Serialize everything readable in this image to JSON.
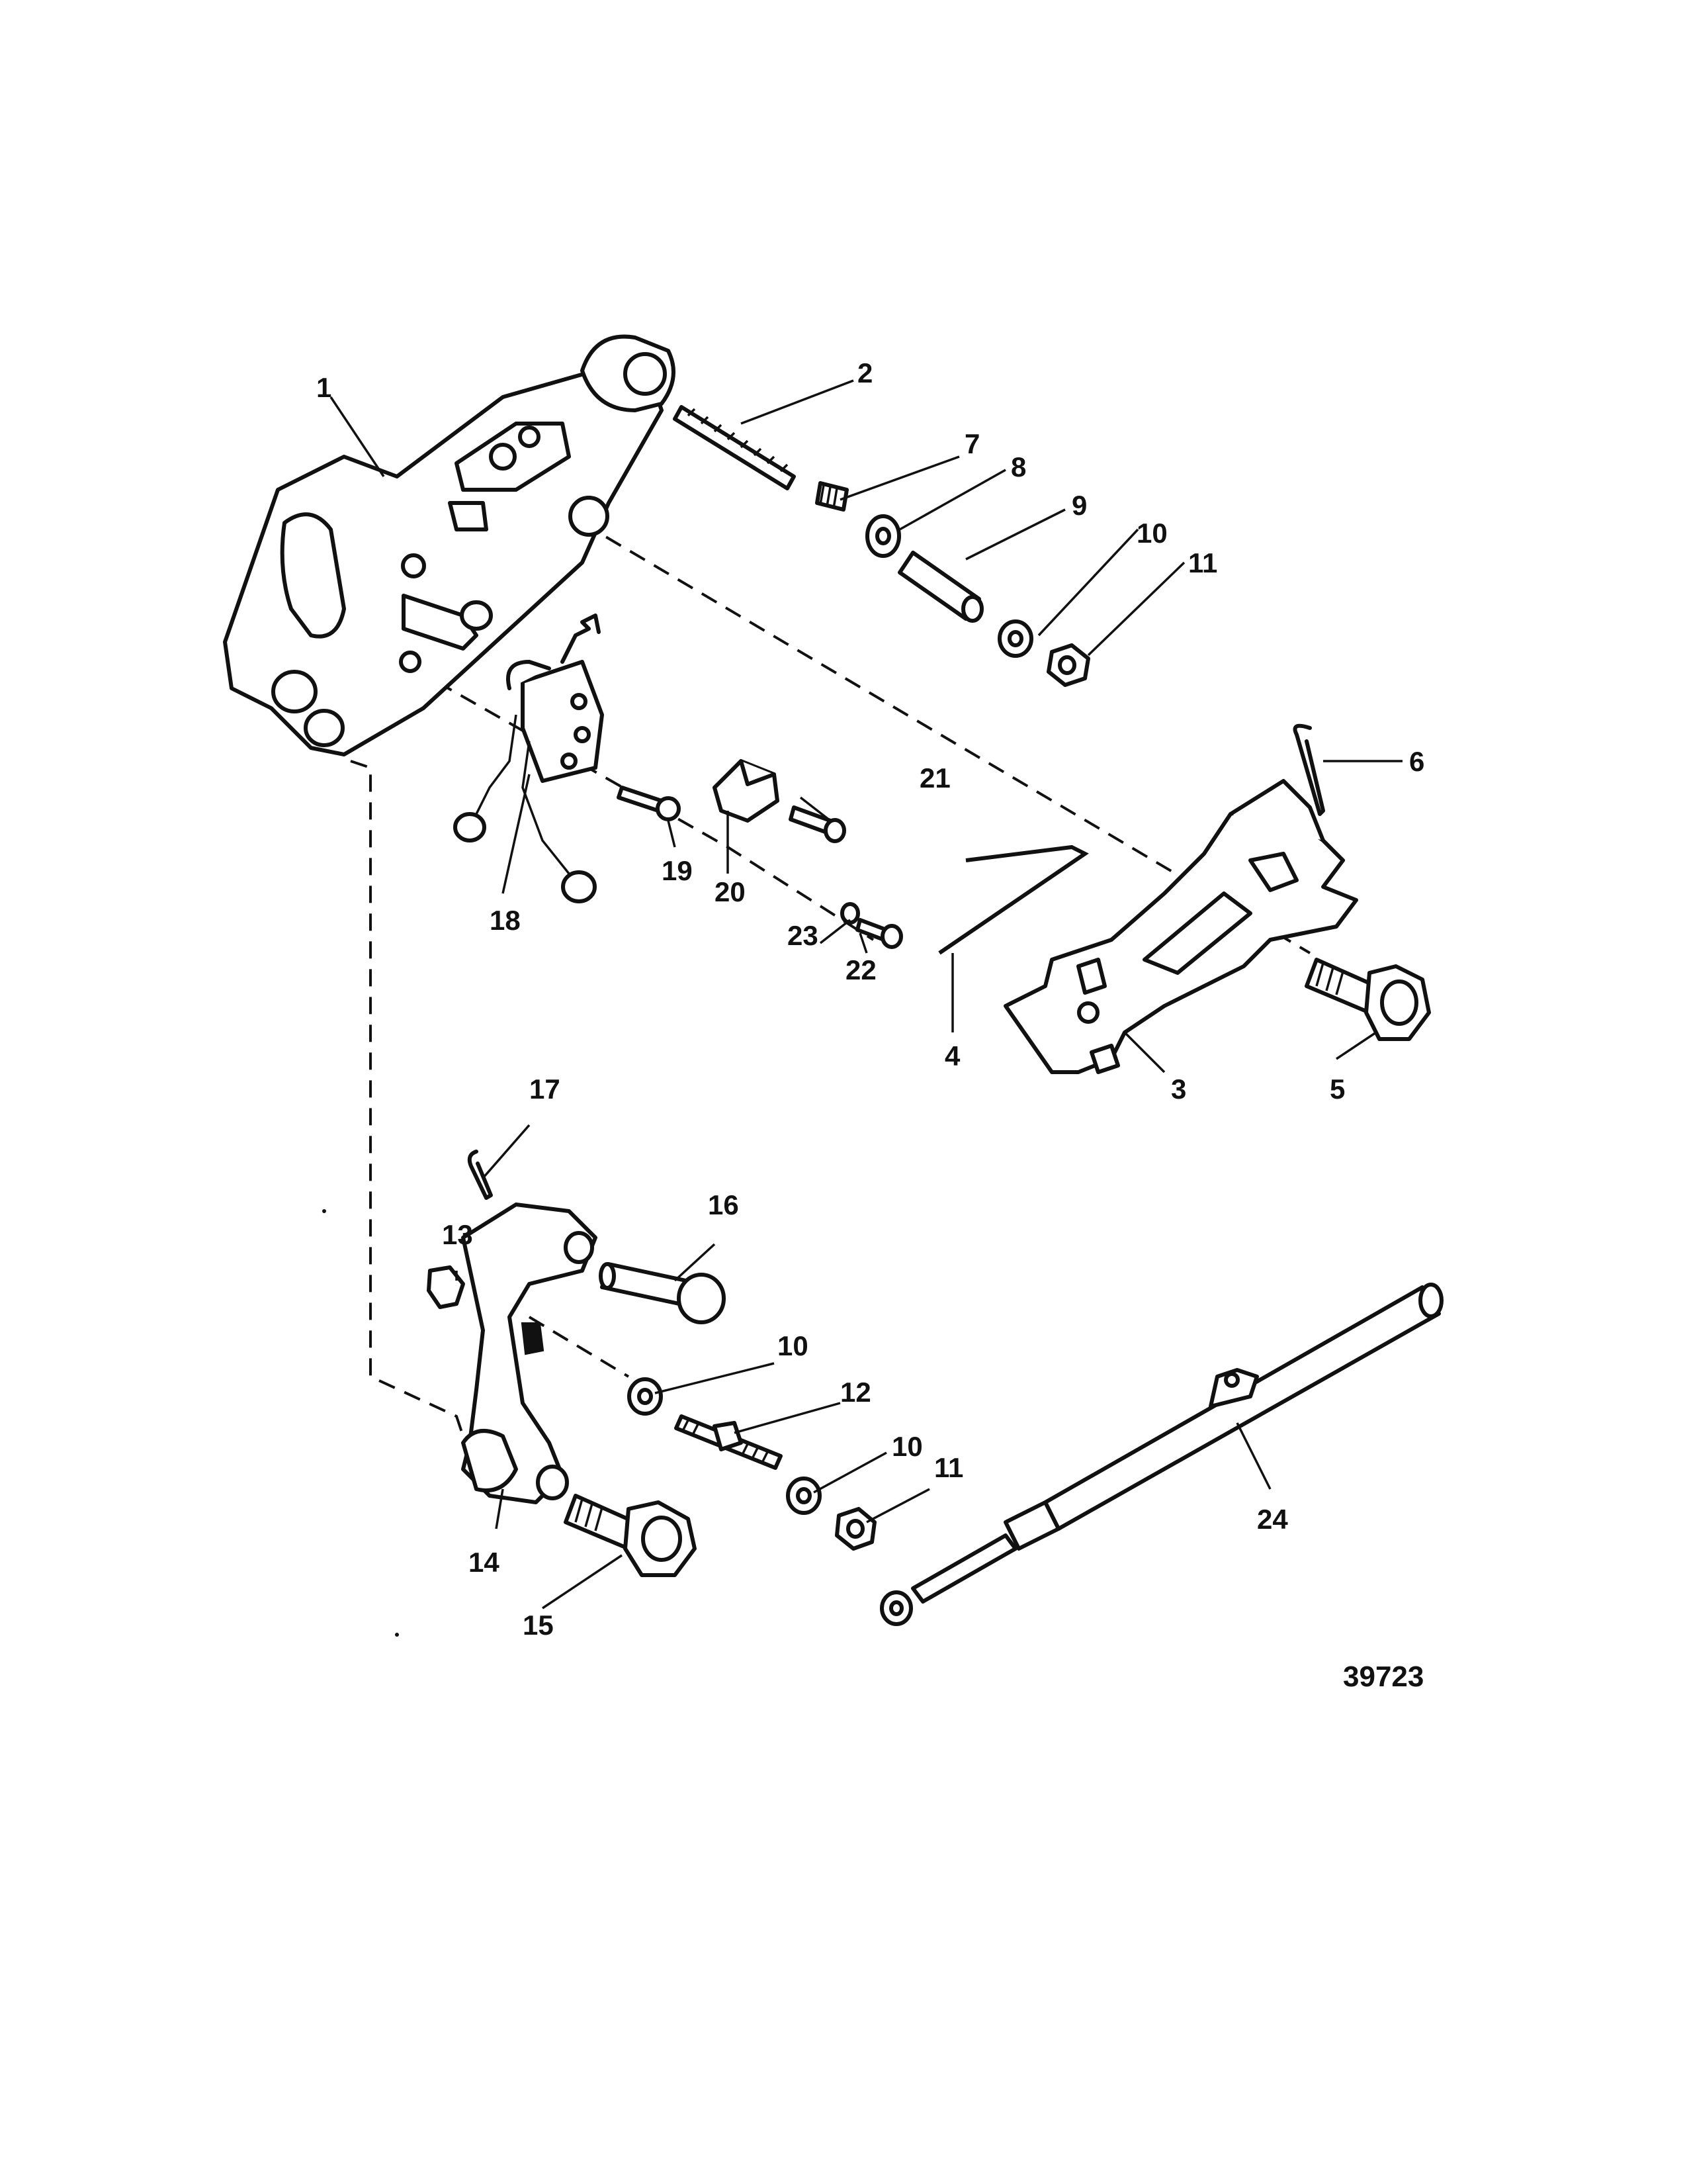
{
  "drawing_number": "39723",
  "callouts": [
    {
      "id": "1",
      "label": "1"
    },
    {
      "id": "2",
      "label": "2"
    },
    {
      "id": "3",
      "label": "3"
    },
    {
      "id": "4",
      "label": "4"
    },
    {
      "id": "5",
      "label": "5"
    },
    {
      "id": "6",
      "label": "6"
    },
    {
      "id": "7",
      "label": "7"
    },
    {
      "id": "8",
      "label": "8"
    },
    {
      "id": "9",
      "label": "9"
    },
    {
      "id": "10a",
      "label": "10"
    },
    {
      "id": "11a",
      "label": "11"
    },
    {
      "id": "12",
      "label": "12"
    },
    {
      "id": "13",
      "label": "13"
    },
    {
      "id": "14",
      "label": "14"
    },
    {
      "id": "15",
      "label": "15"
    },
    {
      "id": "16",
      "label": "16"
    },
    {
      "id": "17",
      "label": "17"
    },
    {
      "id": "18",
      "label": "18"
    },
    {
      "id": "19",
      "label": "19"
    },
    {
      "id": "20",
      "label": "20"
    },
    {
      "id": "21",
      "label": "21"
    },
    {
      "id": "22",
      "label": "22"
    },
    {
      "id": "23",
      "label": "23"
    },
    {
      "id": "24",
      "label": "24"
    },
    {
      "id": "10b",
      "label": "10"
    },
    {
      "id": "10c",
      "label": "10"
    },
    {
      "id": "11b",
      "label": "11"
    }
  ]
}
